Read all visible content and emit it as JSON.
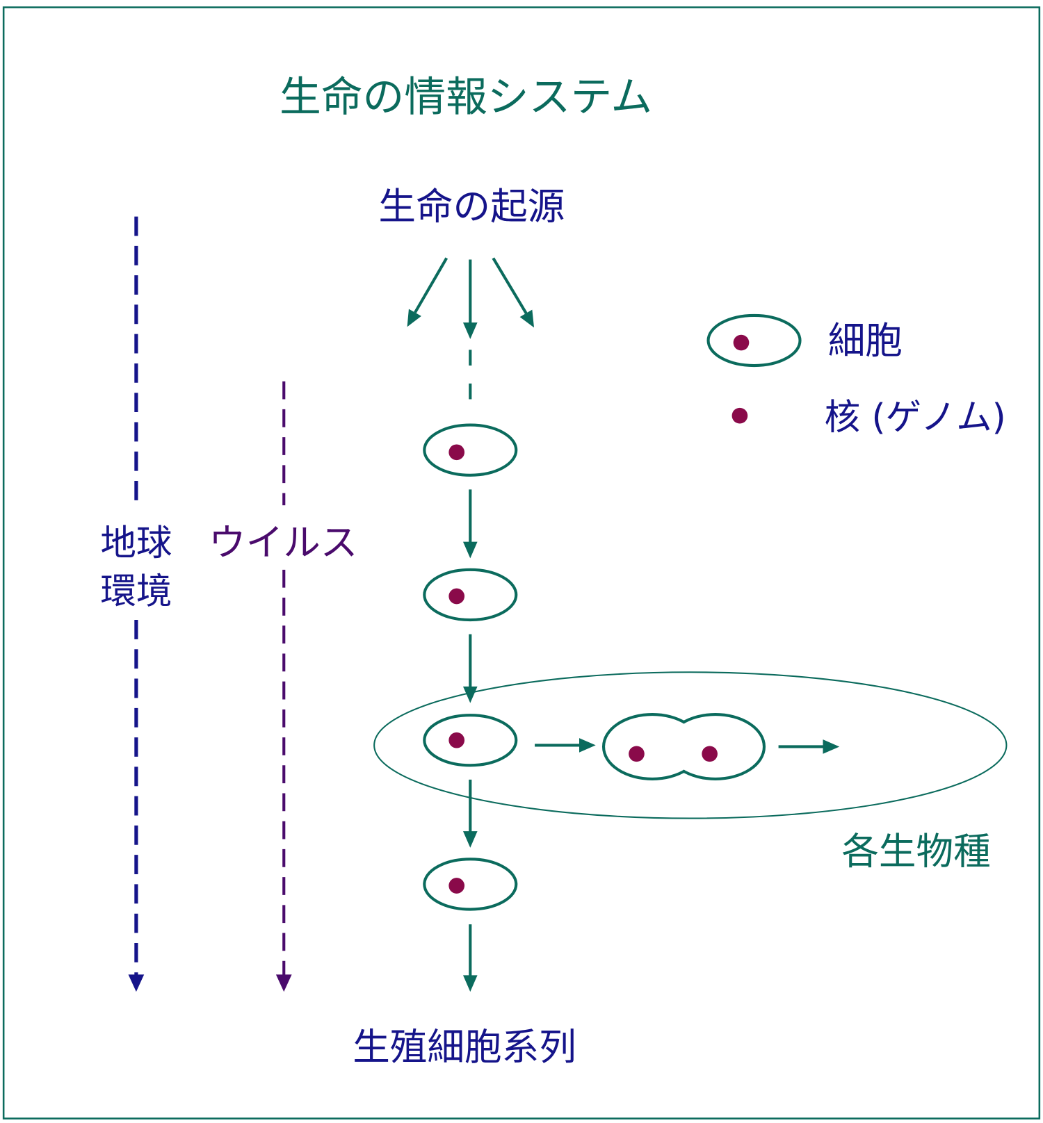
{
  "title": "生命の情報システム",
  "origin_label": "生命の起源",
  "legend": {
    "cell_label": "細胞",
    "nucleus_label": "核 (ゲノム)"
  },
  "earth_environment": {
    "line1": "地球",
    "line2": "環境"
  },
  "virus_label": "ウイルス",
  "species_label": "各生物種",
  "germline_label": "生殖細胞系列",
  "colors": {
    "teal": "#0b6b5d",
    "navy": "#15148a",
    "purple": "#4a0b6c",
    "nucleus": "#8a0a4a"
  }
}
